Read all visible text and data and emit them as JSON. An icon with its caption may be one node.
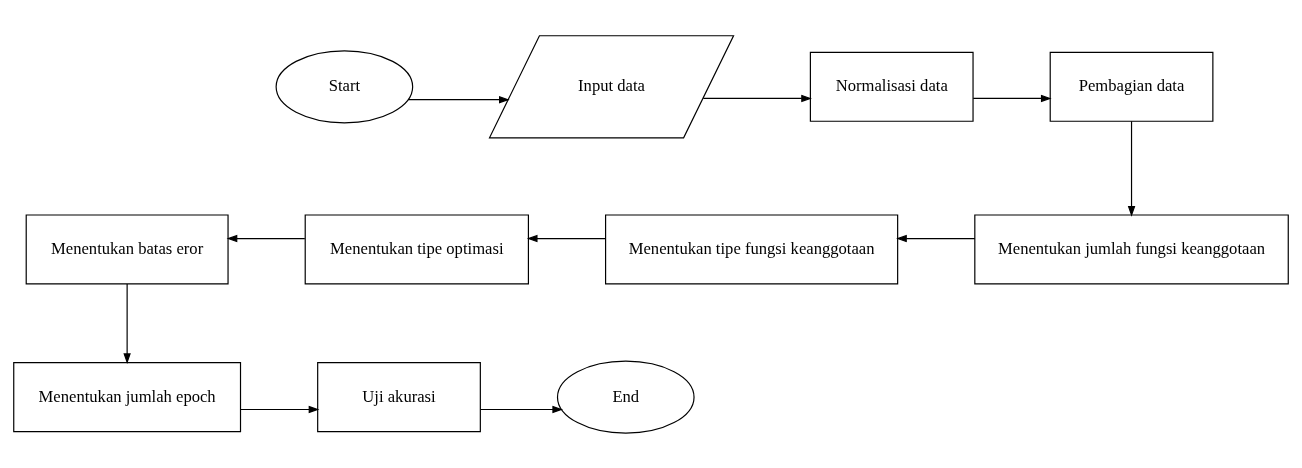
{
  "diagram": {
    "nodes": [
      {
        "text": [
          "Start"
        ]
      },
      {
        "text": [
          "Input data"
        ]
      },
      {
        "text": [
          "Normalisasi data"
        ]
      },
      {
        "text": [
          "Pembagian data"
        ]
      },
      {
        "text": [
          "Menentukan jumlah fungsi keanggotaan"
        ]
      },
      {
        "text": [
          "Menentukan tipe fungsi keanggotaan"
        ]
      },
      {
        "text": [
          "Menentukan tipe optimasi"
        ]
      },
      {
        "text": [
          "Menentukan batas eror"
        ]
      },
      {
        "text": [
          "Menentukan jumlah epoch"
        ]
      },
      {
        "text": [
          "Uji akurasi"
        ]
      },
      {
        "text": [
          "End"
        ]
      }
    ],
    "edges": [
      {
        "from": 0,
        "to": 1,
        "arrow": "to"
      },
      {
        "from": 1,
        "to": 2,
        "arrow": "to"
      },
      {
        "from": 2,
        "to": 3,
        "arrow": "to"
      },
      {
        "from": 3,
        "to": 4,
        "arrow": "to"
      },
      {
        "from": 4,
        "to": 5,
        "arrow": "to"
      },
      {
        "from": 5,
        "to": 6,
        "arrow": "to"
      },
      {
        "from": 6,
        "to": 7,
        "arrow": "to"
      },
      {
        "from": 7,
        "to": 8,
        "arrow": "to"
      },
      {
        "from": 8,
        "to": 9,
        "arrow": "to"
      },
      {
        "from": 9,
        "to": 10,
        "arrow": "to"
      }
    ]
  }
}
